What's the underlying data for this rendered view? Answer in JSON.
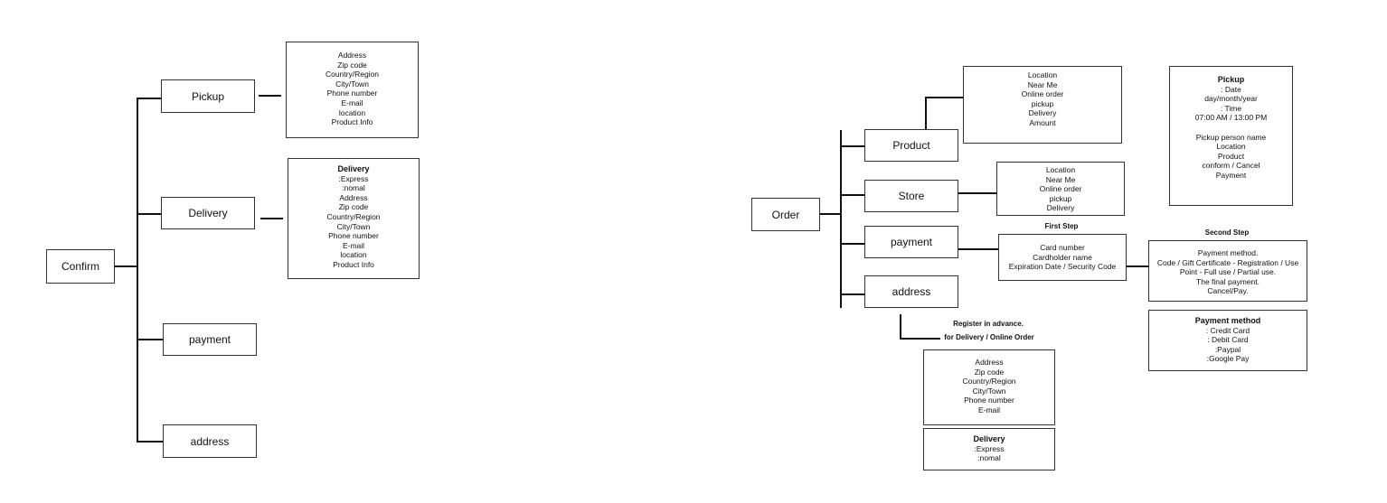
{
  "confirm_tree": {
    "root": "Confirm",
    "children": [
      "Pickup",
      "Delivery",
      "payment",
      "address"
    ],
    "pickup_info": {
      "title": "",
      "lines": [
        "Address",
        "Zip code",
        "Country/Region",
        "City/Town",
        "Phone number",
        "E-mail",
        "location",
        "Product Info"
      ]
    },
    "delivery_info": {
      "title": "Delivery",
      "lines": [
        ":Express",
        ":nomal",
        "Address",
        "Zip code",
        "Country/Region",
        "City/Town",
        "Phone number",
        "E-mail",
        "location",
        "Product Info"
      ]
    }
  },
  "order_tree": {
    "root": "Order",
    "children": [
      "Product",
      "Store",
      "payment",
      "address"
    ],
    "product_info": {
      "title": "",
      "lines": [
        "Location",
        "Near Me",
        "Online order",
        "pickup",
        "Delivery",
        "Amount"
      ]
    },
    "pickup_panel": {
      "title": "Pickup",
      "lines": [
        ": Date",
        "day/month/year",
        ": Time",
        "07:00 AM / 13:00 PM",
        "",
        "Pickup person name",
        "Location",
        "Product",
        "conform / Cancel",
        "Payment"
      ]
    },
    "store_info": {
      "title": "",
      "lines": [
        "Location",
        "Near Me",
        "Online order",
        "pickup",
        "Delivery"
      ]
    },
    "first_step_label": "First Step",
    "first_step_info": {
      "title": "",
      "lines": [
        "Card number",
        "Cardholder name",
        "Expiration Date / Security Code"
      ]
    },
    "second_step_label": "Second Step",
    "second_step_info": {
      "title": "",
      "lines": [
        "Payment method.",
        "Code / Gift Certificate - Registration / Use",
        "Point - Full use / Partial use.",
        "The final payment.",
        "Cancel/Pay."
      ]
    },
    "payment_method_info": {
      "title": "Payment method",
      "lines": [
        ": Credit Card",
        ": Debit Card",
        ":Paypal",
        ":Google Pay"
      ]
    },
    "register_note": [
      "Register in advance.",
      "for Delivery / Online Order"
    ],
    "address_info": {
      "title": "",
      "lines": [
        "Address",
        "Zip code",
        "Country/Region",
        "City/Town",
        "Phone number",
        "E-mail"
      ]
    },
    "delivery_info": {
      "title": "Delivery",
      "lines": [
        ":Express",
        ":nomal"
      ]
    }
  }
}
